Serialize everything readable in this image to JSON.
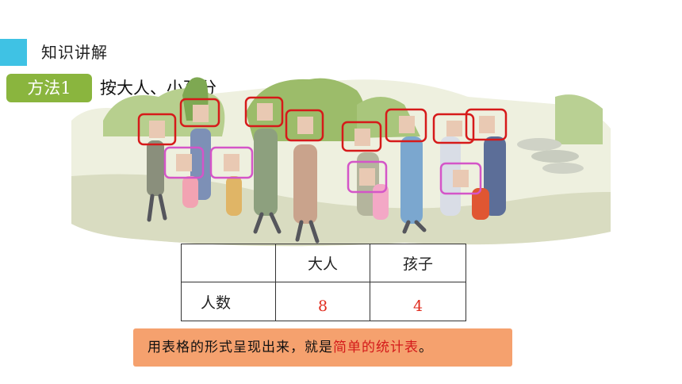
{
  "header": {
    "section_title": "知识讲解",
    "accent_color": "#3fc2e4"
  },
  "method": {
    "badge_label": "方法1",
    "badge_color": "#8ab53e",
    "description": "按大人、小孩分"
  },
  "illustration": {
    "adult_box_color": "#d61a1a",
    "child_box_color": "#d455c8",
    "adult_count_boxes": 8,
    "child_count_boxes": 4
  },
  "table": {
    "headers": [
      "",
      "大人",
      "孩子"
    ],
    "row_label": "人数",
    "values": [
      "8",
      "4"
    ]
  },
  "summary": {
    "prefix": "用表格的形式呈现出来，就是",
    "highlight": "简单的统计表",
    "suffix": "。",
    "box_color": "#f5a16e",
    "highlight_color": "#d41a1a"
  }
}
